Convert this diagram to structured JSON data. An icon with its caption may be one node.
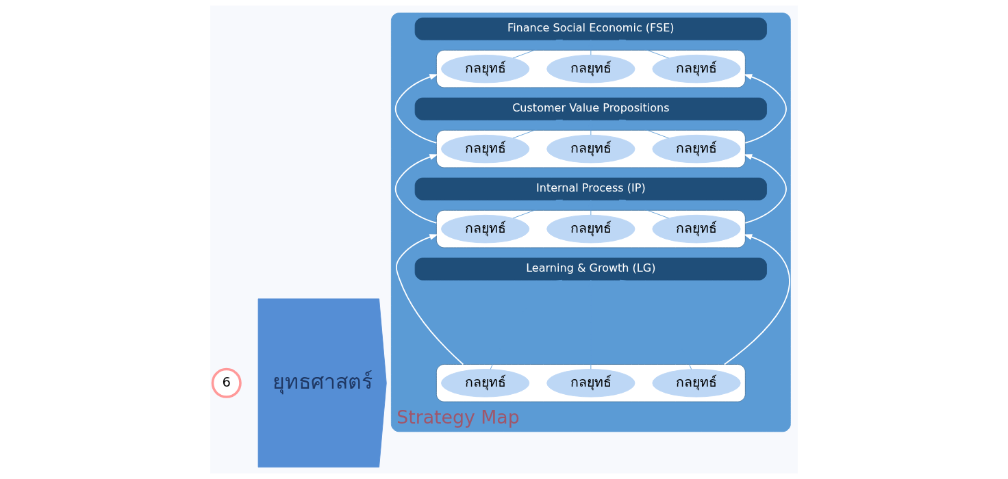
{
  "diagram": {
    "nodes": [
      {
        "text": [
          "6"
        ]
      },
      {
        "text": [
          "ยุทธศาสตร์"
        ]
      },
      {
        "text": [
          "Strategy Map"
        ]
      },
      {
        "text": [
          "Finance Social Economic (FSE)"
        ],
        "in": 2
      },
      {
        "text": [],
        "shape": "box",
        "in": 2
      },
      {
        "text": [
          "กลยุทธ์"
        ],
        "in": 4
      },
      {
        "text": [
          "กลยุทธ์"
        ],
        "in": 4
      },
      {
        "text": [
          "กลยุทธ์"
        ],
        "in": 4
      },
      {
        "text": [
          "Customer Value Propositions"
        ],
        "in": 2
      },
      {
        "text": [],
        "shape": "box",
        "in": 2
      },
      {
        "text": [
          "กลยุทธ์"
        ],
        "in": 9
      },
      {
        "text": [
          "กลยุทธ์"
        ],
        "in": 9
      },
      {
        "text": [
          "กลยุทธ์"
        ],
        "in": 9
      },
      {
        "text": [
          "Internal Process (IP)"
        ],
        "in": 2
      },
      {
        "text": [],
        "shape": "box",
        "in": 2
      },
      {
        "text": [
          "กลยุทธ์"
        ],
        "in": 14
      },
      {
        "text": [
          "กลยุทธ์"
        ],
        "in": 14
      },
      {
        "text": [
          "กลยุทธ์"
        ],
        "in": 14
      },
      {
        "text": [
          "Learning & Growth (LG)"
        ],
        "in": 2
      },
      {
        "text": [],
        "shape": "box",
        "in": 2
      },
      {
        "text": [
          "กลยุทธ์"
        ],
        "in": 19
      },
      {
        "text": [
          "กลยุทธ์"
        ],
        "in": 19
      },
      {
        "text": [
          "กลยุทธ์"
        ],
        "in": 19
      }
    ],
    "edges": [
      {
        "from": 5,
        "to": 3,
        "arrow": "to"
      },
      {
        "from": 6,
        "to": 3,
        "arrow": "to"
      },
      {
        "from": 7,
        "to": 3,
        "arrow": "to"
      },
      {
        "from": 10,
        "to": 8,
        "arrow": "to"
      },
      {
        "from": 11,
        "to": 8,
        "arrow": "to"
      },
      {
        "from": 12,
        "to": 8,
        "arrow": "to"
      },
      {
        "from": 15,
        "to": 13,
        "arrow": "to"
      },
      {
        "from": 16,
        "to": 13,
        "arrow": "to"
      },
      {
        "from": 17,
        "to": 13,
        "arrow": "to"
      },
      {
        "from": 20,
        "to": 18,
        "arrow": "to"
      },
      {
        "from": 21,
        "to": 18,
        "arrow": "to"
      },
      {
        "from": 22,
        "to": 18,
        "arrow": "to"
      },
      {
        "from": 19,
        "to": 14,
        "arrow": "to",
        "color": "#ffffff"
      },
      {
        "from": 14,
        "to": 9,
        "arrow": "to",
        "color": "#ffffff"
      },
      {
        "from": 9,
        "to": 4,
        "arrow": "to",
        "color": "#ffffff"
      },
      {
        "from": 19,
        "to": 14,
        "arrow": "to",
        "color": "#ffffff"
      },
      {
        "from": 14,
        "to": 9,
        "arrow": "to",
        "color": "#ffffff"
      },
      {
        "from": 9,
        "to": 4,
        "arrow": "to",
        "color": "#ffffff"
      }
    ]
  }
}
